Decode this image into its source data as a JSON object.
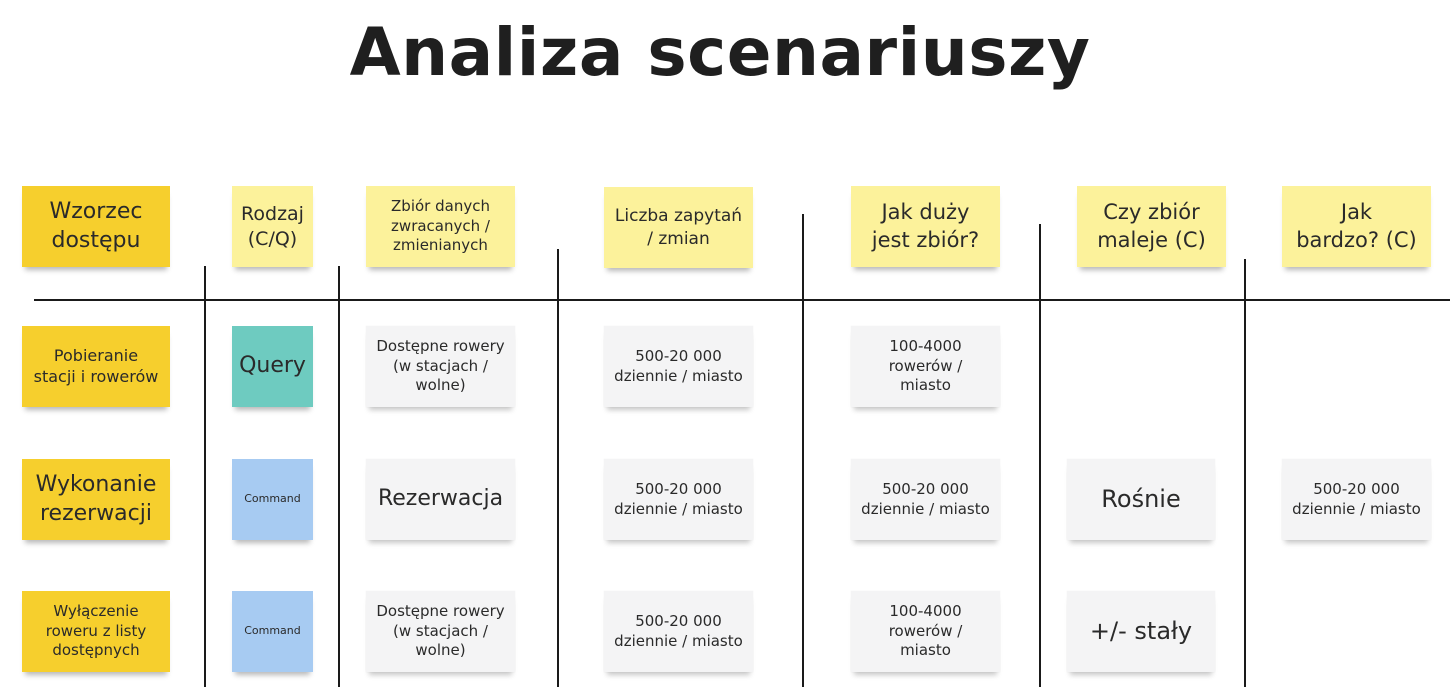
{
  "title": "Analiza scenariuszy",
  "colors": {
    "dark_yellow": "#f6cf2d",
    "light_yellow": "#fcf29b",
    "query_teal": "#6ecbc0",
    "command_blue": "#a7cbf2",
    "value_white": "#f4f4f5",
    "lines": "#1a1a1a"
  },
  "headers": [
    "Wzorzec\ndostępu",
    "Rodzaj\n(C/Q)",
    "Zbiór danych\nzwracanych /\nzmienianych",
    "Liczba zapytań\n/ zmian",
    "Jak duży\njest zbiór?",
    "Czy zbiór\nmaleje (C)",
    "Jak\nbardzo? (C)"
  ],
  "rows": [
    {
      "pattern": "Pobieranie\nstacji i rowerów",
      "type": "Query",
      "dataset": "Dostępne rowery\n(w stacjach /\nwolne)",
      "count": "500-20 000\ndziennie / miasto",
      "size": "100-4000\nrowerów /\nmiasto",
      "shrinks": "",
      "how_much": ""
    },
    {
      "pattern": "Wykonanie\nrezerwacji",
      "type": "Command",
      "dataset": "Rezerwacja",
      "count": "500-20 000\ndziennie / miasto",
      "size": "500-20 000\ndziennie / miasto",
      "shrinks": "Rośnie",
      "how_much": "500-20 000\ndziennie / miasto"
    },
    {
      "pattern": "Wyłączenie\nroweru z listy\ndostępnych",
      "type": "Command",
      "dataset": "Dostępne rowery\n(w stacjach /\nwolne)",
      "count": "500-20 000\ndziennie / miasto",
      "size": "100-4000\nrowerów /\nmiasto",
      "shrinks": "+/- stały",
      "how_much": ""
    }
  ]
}
